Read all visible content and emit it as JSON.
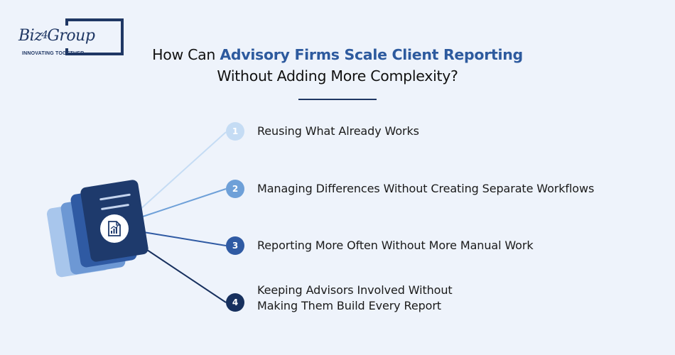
{
  "logo": {
    "brand_a": "Biz",
    "brand_num": "4",
    "brand_b": "Group",
    "tagline": "INNOVATING TOGETHER"
  },
  "title": {
    "part1": "How Can ",
    "highlight": "Advisory Firms Scale Client Reporting",
    "line2": "Without Adding More Complexity?"
  },
  "items": [
    {
      "number": "1",
      "label": "Reusing What Already Works",
      "color": "#c5dcf4"
    },
    {
      "number": "2",
      "label": "Managing Differences Without Creating Separate Workflows",
      "color": "#6ea0d8"
    },
    {
      "number": "3",
      "label": "Reporting More Often Without More Manual Work",
      "color": "#2f5aa3"
    },
    {
      "number": "4",
      "label_line1": "Keeping Advisors Involved Without",
      "label_line2": "Making Them Build Every Report",
      "color": "#17305e"
    }
  ],
  "colors": {
    "background": "#eef3fb",
    "accent": "#2d5a9e",
    "navy": "#1f3764"
  },
  "icons": {
    "center": "report-chart-icon"
  }
}
